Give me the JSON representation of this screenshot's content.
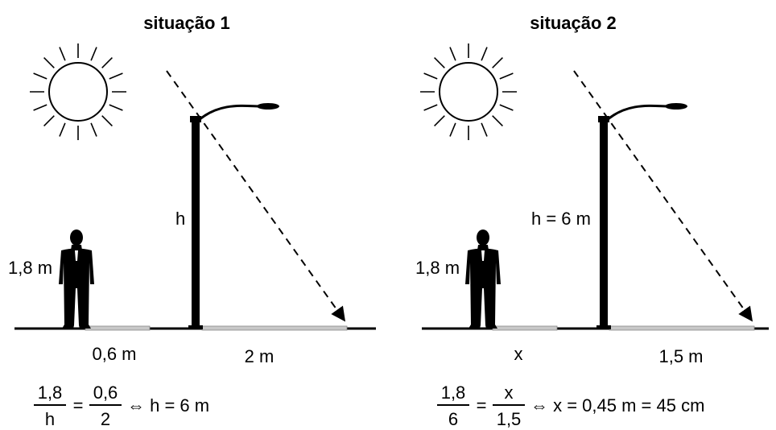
{
  "situation1": {
    "title": "situação 1",
    "person_height": "1,8 m",
    "pole_label": "h",
    "person_shadow": "0,6 m",
    "pole_shadow": "2 m",
    "equation": {
      "left_num": "1,8",
      "left_den": "h",
      "equals": "=",
      "right_num": "0,6",
      "right_den": "2",
      "result": "⇔ h = 6 m"
    }
  },
  "situation2": {
    "title": "situação 2",
    "person_height": "1,8 m",
    "pole_label": "h = 6 m",
    "person_shadow": "x",
    "pole_shadow": "1,5 m",
    "equation": {
      "left_num": "1,8",
      "left_den": "6",
      "equals": "=",
      "right_num": "x",
      "right_den": "1,5",
      "result": "⇔ x = 0,45 m = 45 cm"
    }
  },
  "colors": {
    "shadow_strip": "#c8c8c8",
    "ink": "#000000"
  },
  "icons": {
    "sun": "sun-icon",
    "person": "person-silhouette-icon",
    "lamp": "street-lamp-icon"
  }
}
